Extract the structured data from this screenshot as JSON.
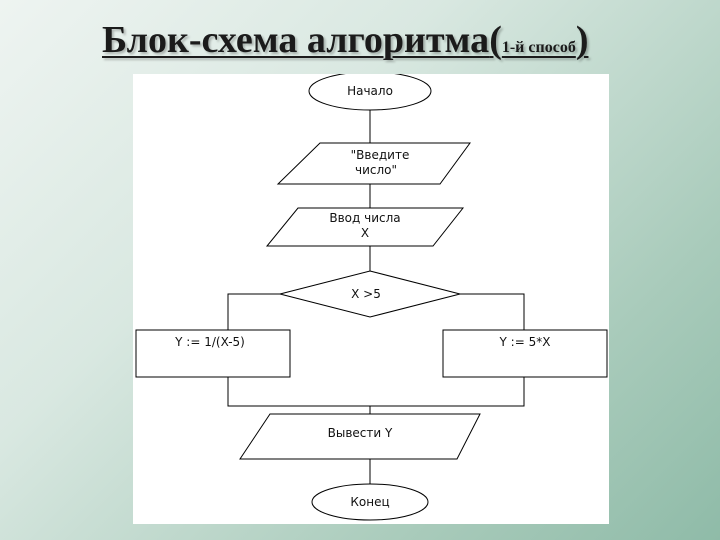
{
  "title": {
    "main": "Блок-схема алгоритма",
    "open_paren": "(",
    "sub": "1-й способ",
    "close_paren": ")"
  },
  "flowchart": {
    "start": "Начало",
    "prompt_line1": "\"Введите",
    "prompt_line2": "число\"",
    "input_line1": "Ввод числа",
    "input_line2": "X",
    "condition": "X >5",
    "branch_left": "Y := 1/(X-5)",
    "branch_right": "Y := 5*X",
    "output": "Вывести Y",
    "end": "Конец"
  }
}
